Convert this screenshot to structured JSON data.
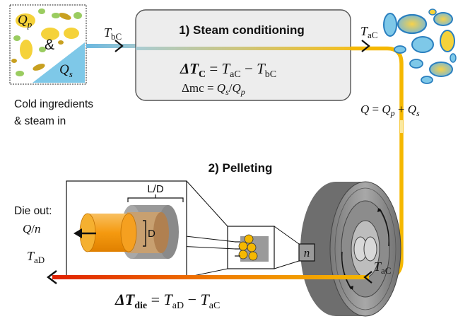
{
  "inlet": {
    "qp_symbol": "Q",
    "qp_sub": "p",
    "amp": "&",
    "qs_symbol": "Q",
    "qs_sub": "s",
    "caption_line1": "Cold ingredients",
    "caption_line2": "& steam in"
  },
  "temps": {
    "t_symbol": "T",
    "bc": "bC",
    "ac": "aC",
    "ad": "aD"
  },
  "conditioner": {
    "title": "1) Steam conditioning",
    "eq1_lhs": "ΔT",
    "eq1_lhs_sub": "C",
    "eq1_equals": " = ",
    "eq1_minus": " − ",
    "eq2_lhs": "Δmc",
    "eq2_equals": " = ",
    "eq2_slash": "/"
  },
  "flow": {
    "q_symbol": "Q",
    "equals": " = ",
    "plus": " + "
  },
  "pelleting": {
    "title": "2) Pelleting",
    "die_out_label": "Die out:",
    "die_out_q": "Q",
    "die_out_slash": "/",
    "die_out_n": "n",
    "ld_label": "L/D",
    "d_label": "D",
    "n_label": "n"
  },
  "die_equation": {
    "lhs": "ΔT",
    "lhs_sub": "die",
    "equals": " = ",
    "minus": " − "
  },
  "colors": {
    "cold": "#6bb8e0",
    "hot": "#f5b800",
    "die_hot": "#e03000",
    "steam_blue": "#7ec8e8",
    "pellet_orange": "#f5a020",
    "box_fill": "#ebebeb",
    "die_grey": "#8f8f8f"
  }
}
